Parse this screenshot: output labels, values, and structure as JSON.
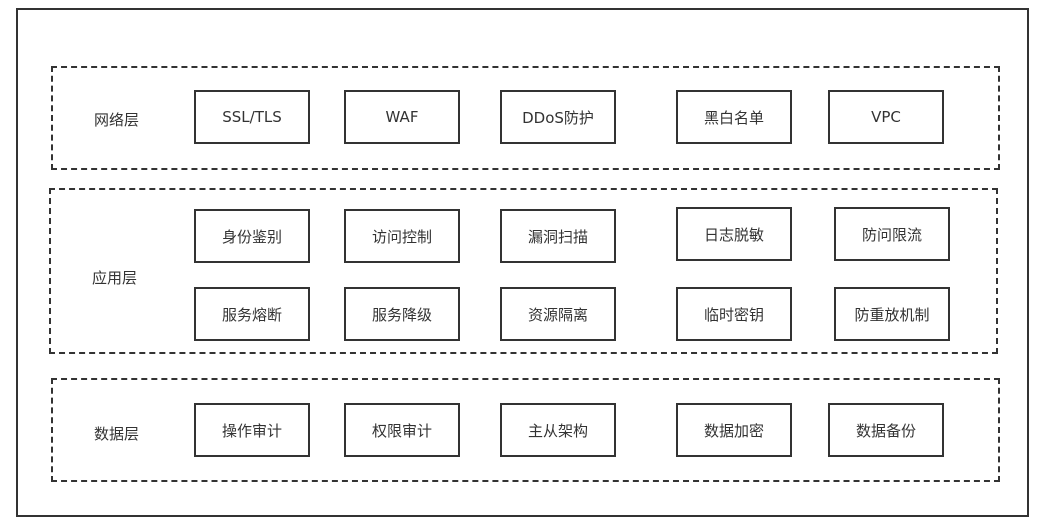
{
  "layers": {
    "network": {
      "label": "网络层",
      "items": [
        "SSL/TLS",
        "WAF",
        "DDoS防护",
        "黑白名单",
        "VPC"
      ]
    },
    "application": {
      "label": "应用层",
      "row1": [
        "身份鉴别",
        "访问控制",
        "漏洞扫描",
        "日志脱敏",
        "防问限流"
      ],
      "row2": [
        "服务熔断",
        "服务降级",
        "资源隔离",
        "临时密钥",
        "防重放机制"
      ]
    },
    "data": {
      "label": "数据层",
      "items": [
        "操作审计",
        "权限审计",
        "主从架构",
        "数据加密",
        "数据备份"
      ]
    }
  }
}
